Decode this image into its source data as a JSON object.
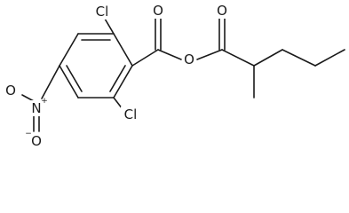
{
  "molecule": {
    "atoms": {
      "cl_top": {
        "symbol": "Cl"
      },
      "cl_bottom": {
        "symbol": "Cl"
      },
      "o_carbonyl_left": {
        "symbol": "O"
      },
      "o_ester": {
        "symbol": "O"
      },
      "o_carbonyl_right": {
        "symbol": "O"
      },
      "n_nitro": {
        "symbol": "N",
        "charge": "+"
      },
      "o_nitro_top": {
        "symbol": "O"
      },
      "o_nitro_bottom": {
        "symbol": "O",
        "charge": "−"
      }
    }
  },
  "colors": {
    "ink": "#1a1a1a",
    "background": "#ffffff"
  }
}
